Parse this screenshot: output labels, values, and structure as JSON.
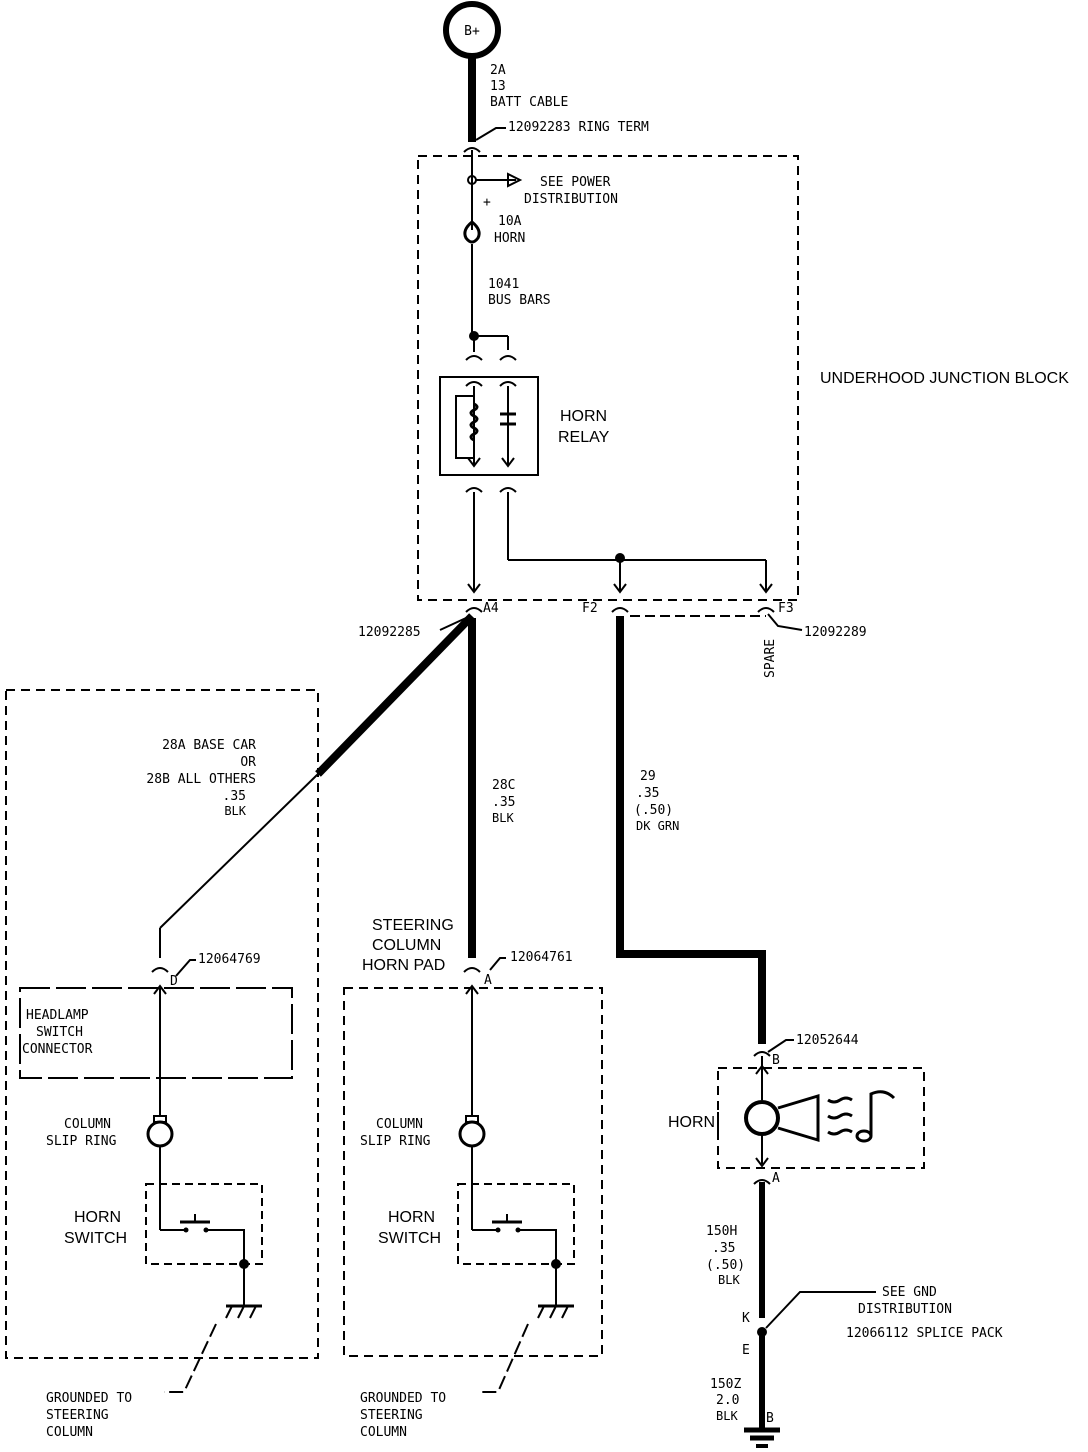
{
  "battery": {
    "symbol": "B+",
    "circuit": "2A",
    "gauge": "13",
    "wire": "BATT CABLE",
    "terminal": "12092283  RING TERM"
  },
  "junction_block": {
    "title": "UNDERHOOD JUNCTION BLOCK",
    "power_note_1": "SEE POWER",
    "power_note_2": "DISTRIBUTION",
    "plus": "+",
    "fuse_rating": "10A",
    "fuse_name": "HORN",
    "bus_1": "1041",
    "bus_2": "BUS BARS",
    "relay_1": "HORN",
    "relay_2": "RELAY",
    "pin_a4": "A4",
    "pin_f2": "F2",
    "pin_f3": "F3",
    "conn_a4": "12092285",
    "conn_f3": "12092289",
    "spare": "SPARE"
  },
  "wires": {
    "w28a_1": "28A BASE CAR",
    "w28a_2": "OR",
    "w28a_3": "28B ALL OTHERS",
    "w28a_4": ".35",
    "w28a_5": "BLK",
    "w28c_1": "28C",
    "w28c_2": ".35",
    "w28c_3": "BLK",
    "w29_1": "29",
    "w29_2": ".35",
    "w29_3": "(.50)",
    "w29_4": "DK GRN",
    "w150h_1": "150H",
    "w150h_2": ".35",
    "w150h_3": "(.50)",
    "w150h_4": "BLK",
    "w150z_1": "150Z",
    "w150z_2": "2.0",
    "w150z_3": "BLK"
  },
  "headlamp": {
    "connector_id": "12064769",
    "pin": "D",
    "conn_1": "HEADLAMP",
    "conn_2": "SWITCH",
    "conn_3": "CONNECTOR",
    "slip_1": "COLUMN",
    "slip_2": "SLIP RING",
    "switch_1": "HORN",
    "switch_2": "SWITCH",
    "ground_1": "GROUNDED TO",
    "ground_2": "STEERING",
    "ground_3": "COLUMN"
  },
  "horn_pad": {
    "title_1": "STEERING",
    "title_2": "COLUMN",
    "title_3": "HORN PAD",
    "connector_id": "12064761",
    "pin": "A",
    "slip_1": "COLUMN",
    "slip_2": "SLIP RING",
    "switch_1": "HORN",
    "switch_2": "SWITCH",
    "ground_1": "GROUNDED TO",
    "ground_2": "STEERING",
    "ground_3": "COLUMN"
  },
  "horn": {
    "connector_id": "12052644",
    "pin_b": "B",
    "pin_a": "A",
    "label": "HORN"
  },
  "splice": {
    "note_1": "SEE GND",
    "note_2": "DISTRIBUTION",
    "pack": "12066112  SPLICE PACK",
    "pin_k": "K",
    "pin_e": "E",
    "pin_b": "B"
  }
}
